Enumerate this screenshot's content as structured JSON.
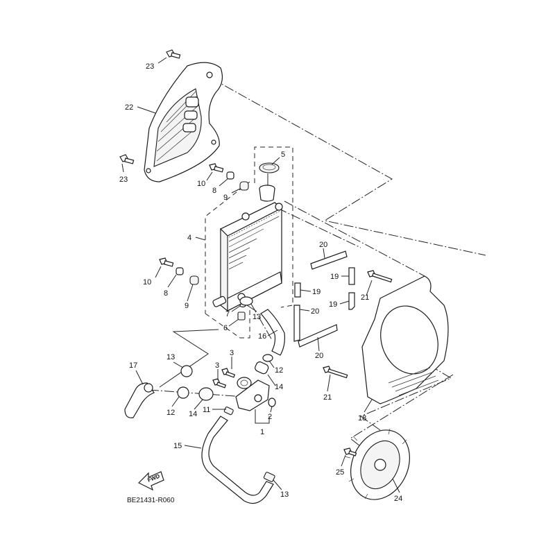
{
  "diagram": {
    "code": "BE21431-R060",
    "fwd_label": "FWD",
    "callouts": [
      {
        "id": "c23a",
        "text": "23"
      },
      {
        "id": "c22",
        "text": "22"
      },
      {
        "id": "c23b",
        "text": "23"
      },
      {
        "id": "c5",
        "text": "5"
      },
      {
        "id": "c10a",
        "text": "10"
      },
      {
        "id": "c8a",
        "text": "8"
      },
      {
        "id": "c9a",
        "text": "9"
      },
      {
        "id": "c4",
        "text": "4"
      },
      {
        "id": "c10b",
        "text": "10"
      },
      {
        "id": "c8b",
        "text": "8"
      },
      {
        "id": "c9b",
        "text": "9"
      },
      {
        "id": "c7",
        "text": "7"
      },
      {
        "id": "c6",
        "text": "6"
      },
      {
        "id": "c13a",
        "text": "13"
      },
      {
        "id": "c16",
        "text": "16"
      },
      {
        "id": "c20a",
        "text": "20"
      },
      {
        "id": "c19a",
        "text": "19"
      },
      {
        "id": "c19b",
        "text": "19"
      },
      {
        "id": "c19c",
        "text": "19"
      },
      {
        "id": "c20b",
        "text": "20"
      },
      {
        "id": "c20c",
        "text": "20"
      },
      {
        "id": "c21a",
        "text": "21"
      },
      {
        "id": "c21b",
        "text": "21"
      },
      {
        "id": "c18",
        "text": "18"
      },
      {
        "id": "c3a",
        "text": "3"
      },
      {
        "id": "c3b",
        "text": "3"
      },
      {
        "id": "c12a",
        "text": "12"
      },
      {
        "id": "c14a",
        "text": "14"
      },
      {
        "id": "c17",
        "text": "17"
      },
      {
        "id": "c13b",
        "text": "13"
      },
      {
        "id": "c12b",
        "text": "12"
      },
      {
        "id": "c14b",
        "text": "14"
      },
      {
        "id": "c11",
        "text": "11"
      },
      {
        "id": "c2",
        "text": "2"
      },
      {
        "id": "c1",
        "text": "1"
      },
      {
        "id": "c15",
        "text": "15"
      },
      {
        "id": "c13c",
        "text": "13"
      },
      {
        "id": "c25",
        "text": "25"
      },
      {
        "id": "c24",
        "text": "24"
      }
    ]
  }
}
